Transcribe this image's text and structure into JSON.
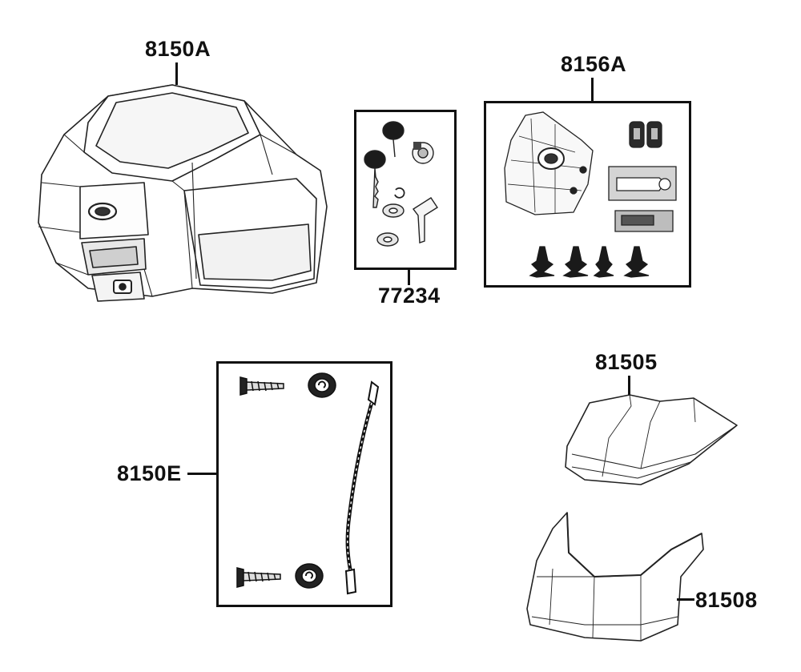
{
  "callouts": {
    "top_box": "8150A",
    "lock_kit": "77234",
    "hinge_kit": "8156A",
    "screw_kit": "8150E",
    "lid_cover": "81505",
    "bottom_cover": "81508"
  }
}
